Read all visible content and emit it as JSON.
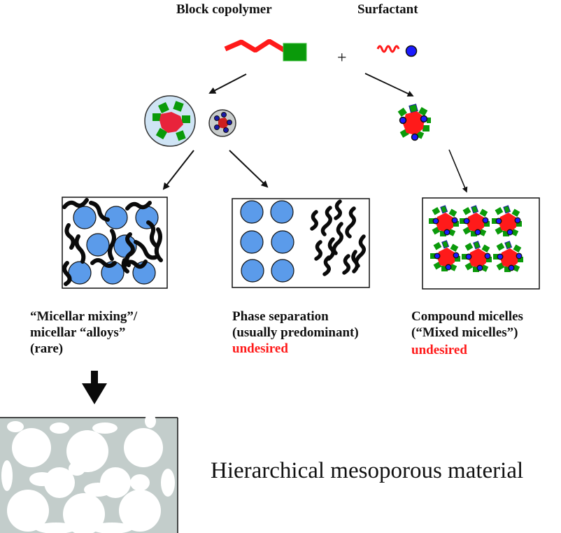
{
  "components": {
    "block_copolymer_label": "Block copolymer",
    "surfactant_label": "Surfactant",
    "plus_sign": "+"
  },
  "outcomes": [
    {
      "id": "micellar-mixing",
      "lines": [
        "“Micellar mixing”/",
        "micellar “alloys”",
        "(rare)"
      ],
      "status": ""
    },
    {
      "id": "phase-separation",
      "lines": [
        "Phase separation",
        "(usually predominant)"
      ],
      "status": "undesired"
    },
    {
      "id": "compound-micelles",
      "lines": [
        "Compound micelles",
        "(“Mixed micelles”)"
      ],
      "status": "undesired"
    }
  ],
  "result": {
    "label": "Hierarchical mesoporous material"
  },
  "colors": {
    "hydrophobic_chain": "#ff1a1a",
    "block_head": "#0a9a0a",
    "surfactant_head": "#1a1aff",
    "micelle_sphere": "#5b9bea",
    "polymer_worm": "#0a0a0a",
    "undesired_text": "#ff1a1a",
    "porous_matrix": "#c3cdcb"
  }
}
